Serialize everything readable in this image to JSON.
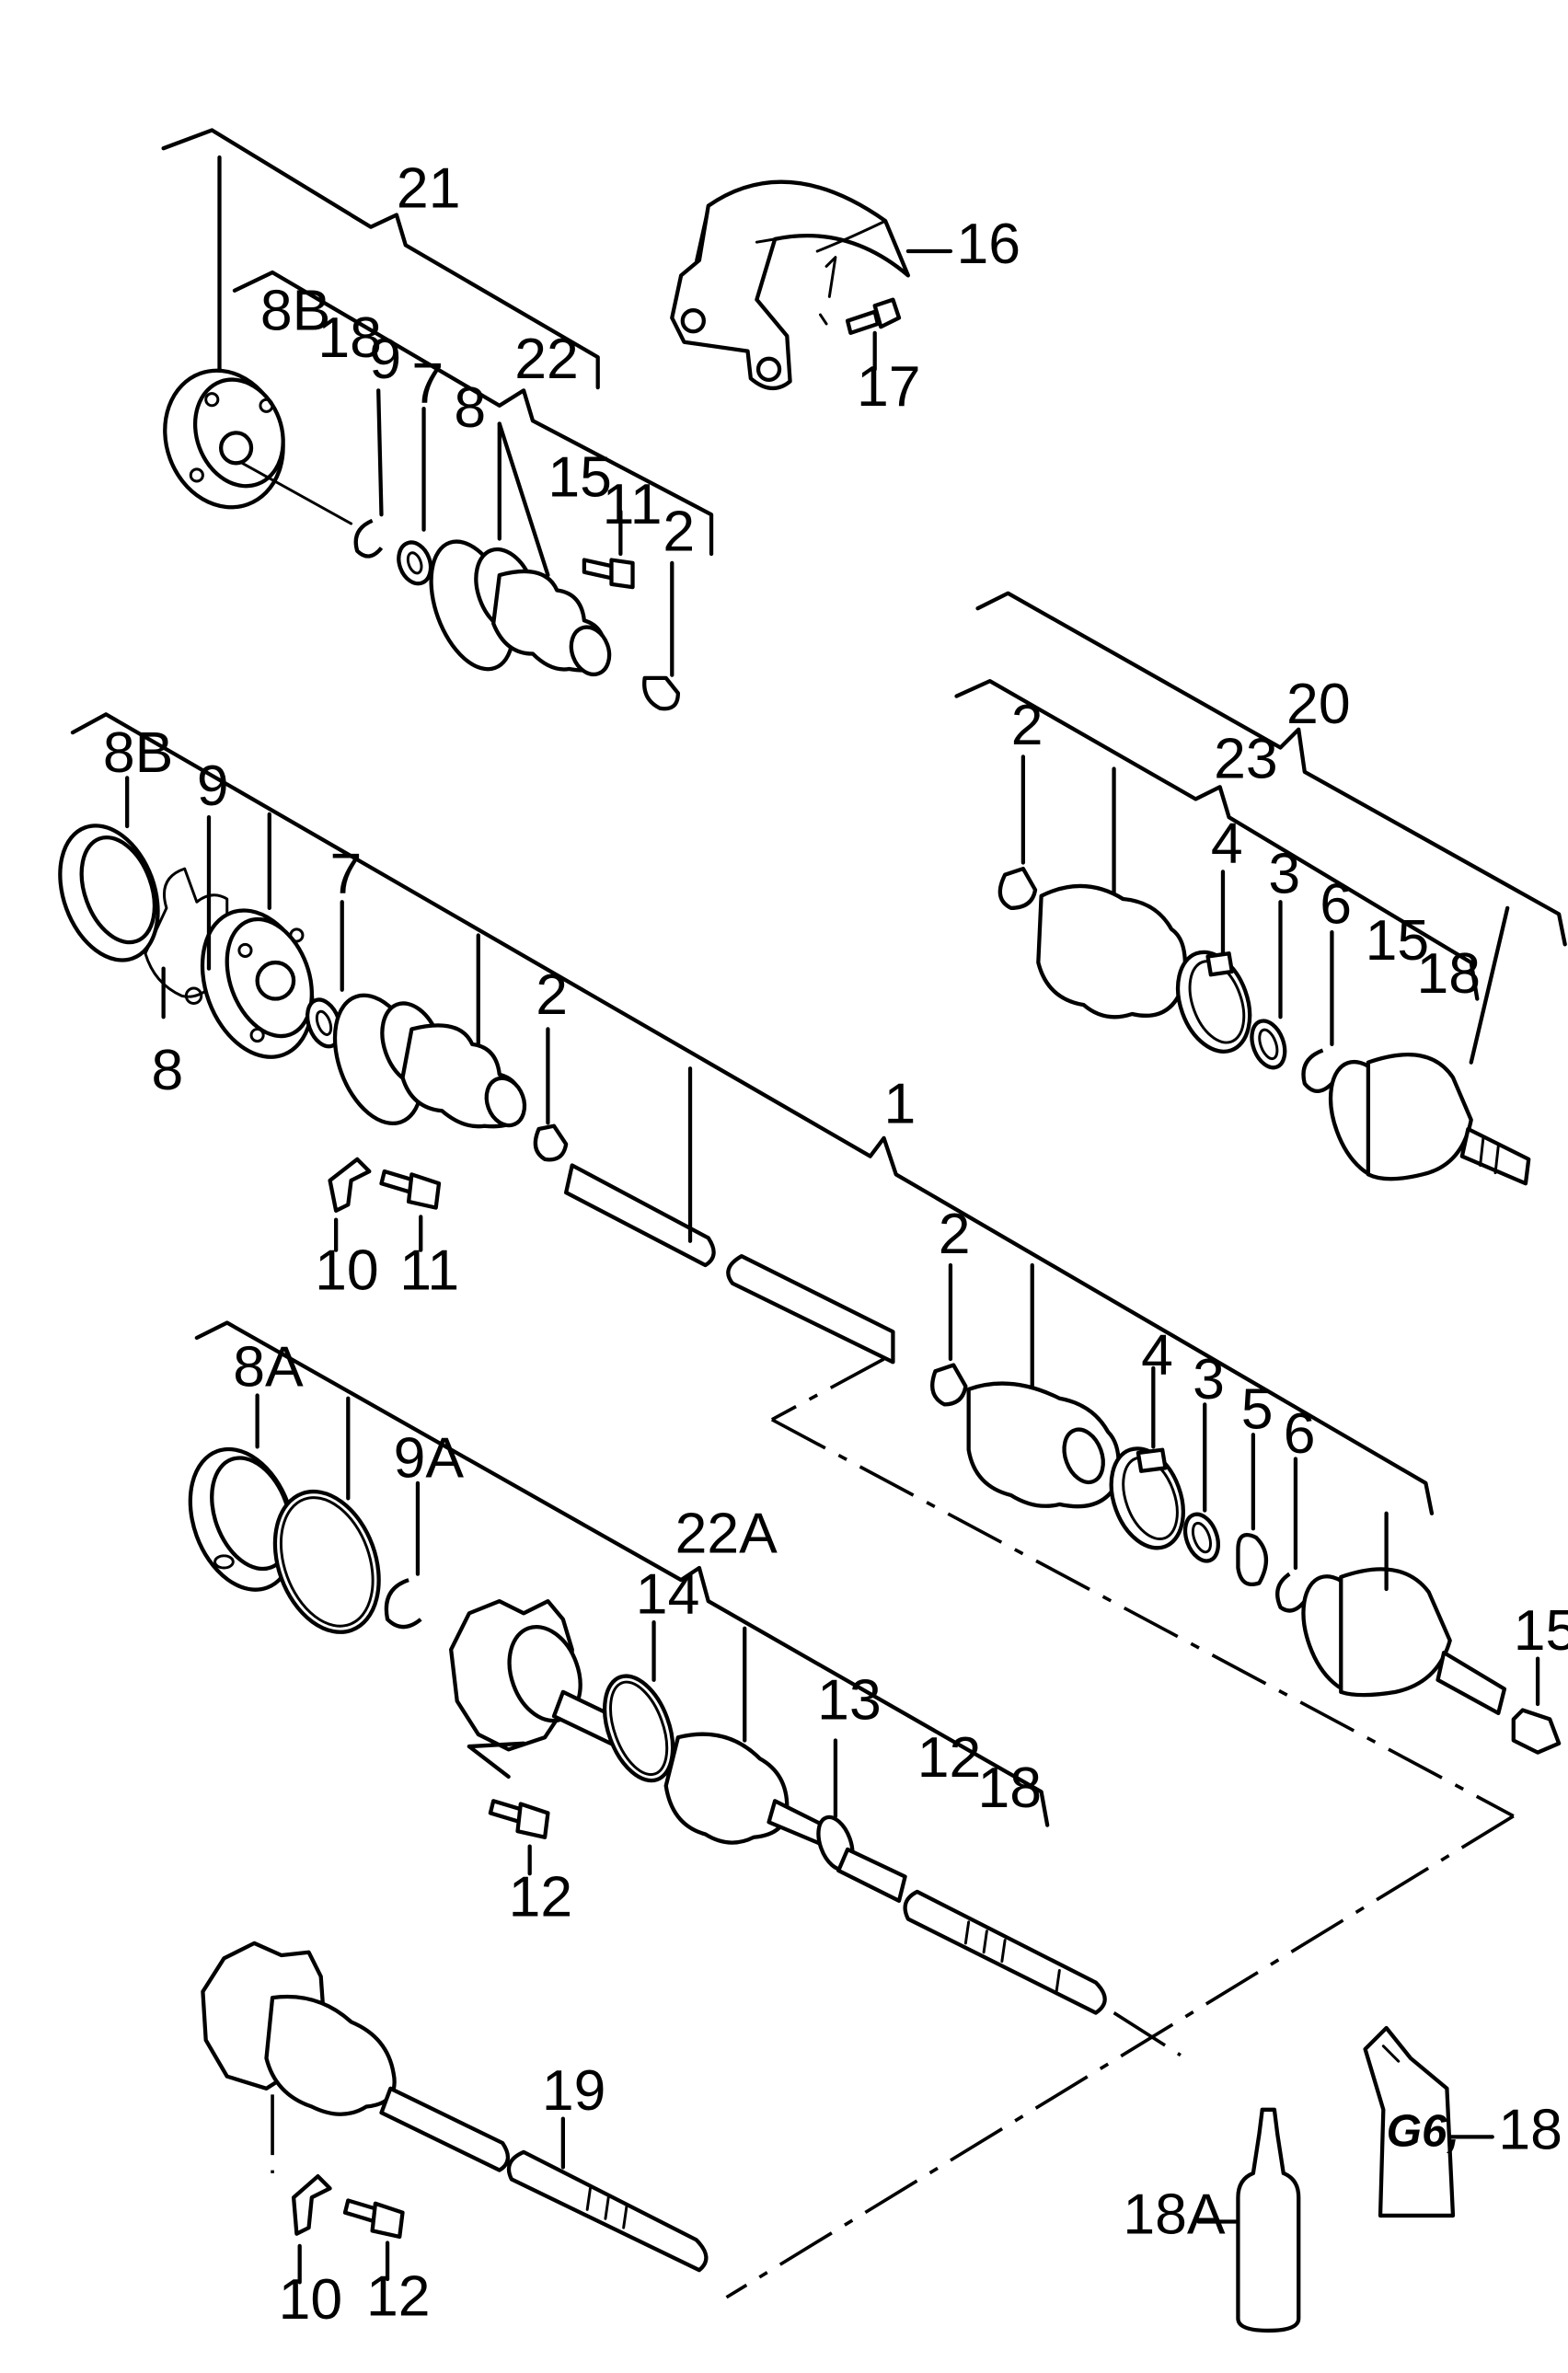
{
  "callouts": {
    "c21": "21",
    "c22": "22",
    "c22a": "22A",
    "c20": "20",
    "c23": "23",
    "c1": "1",
    "c16": "16",
    "c17": "17",
    "c8b_top": "8B",
    "c18_top": "18",
    "c9_top": "9",
    "c7_top": "7",
    "c8_top": "8",
    "c15_top": "15",
    "c11_top": "11",
    "c2_top": "2",
    "c8b_mid": "8B",
    "c9_mid": "9",
    "c7_mid": "7",
    "c8_mid": "8",
    "c2_mid": "2",
    "c10_mid": "10",
    "c11_mid": "11",
    "c2_right": "2",
    "c4_right": "4",
    "c3_right": "3",
    "c6_right": "6",
    "c15_right": "15",
    "c18_right": "18",
    "c2_lower": "2",
    "c4_lower": "4",
    "c3_lower": "3",
    "c5_lower": "5",
    "c6_lower": "6",
    "c15_lower": "15",
    "c8a": "8A",
    "c9a": "9A",
    "c14": "14",
    "c13": "13",
    "c12_a": "12",
    "c18_a": "18",
    "c12_b": "12",
    "c19": "19",
    "c10_bot": "10",
    "c12_bot": "12",
    "c18a_bottle": "18A",
    "c18_tube": "18",
    "tube_text": "G6,"
  }
}
